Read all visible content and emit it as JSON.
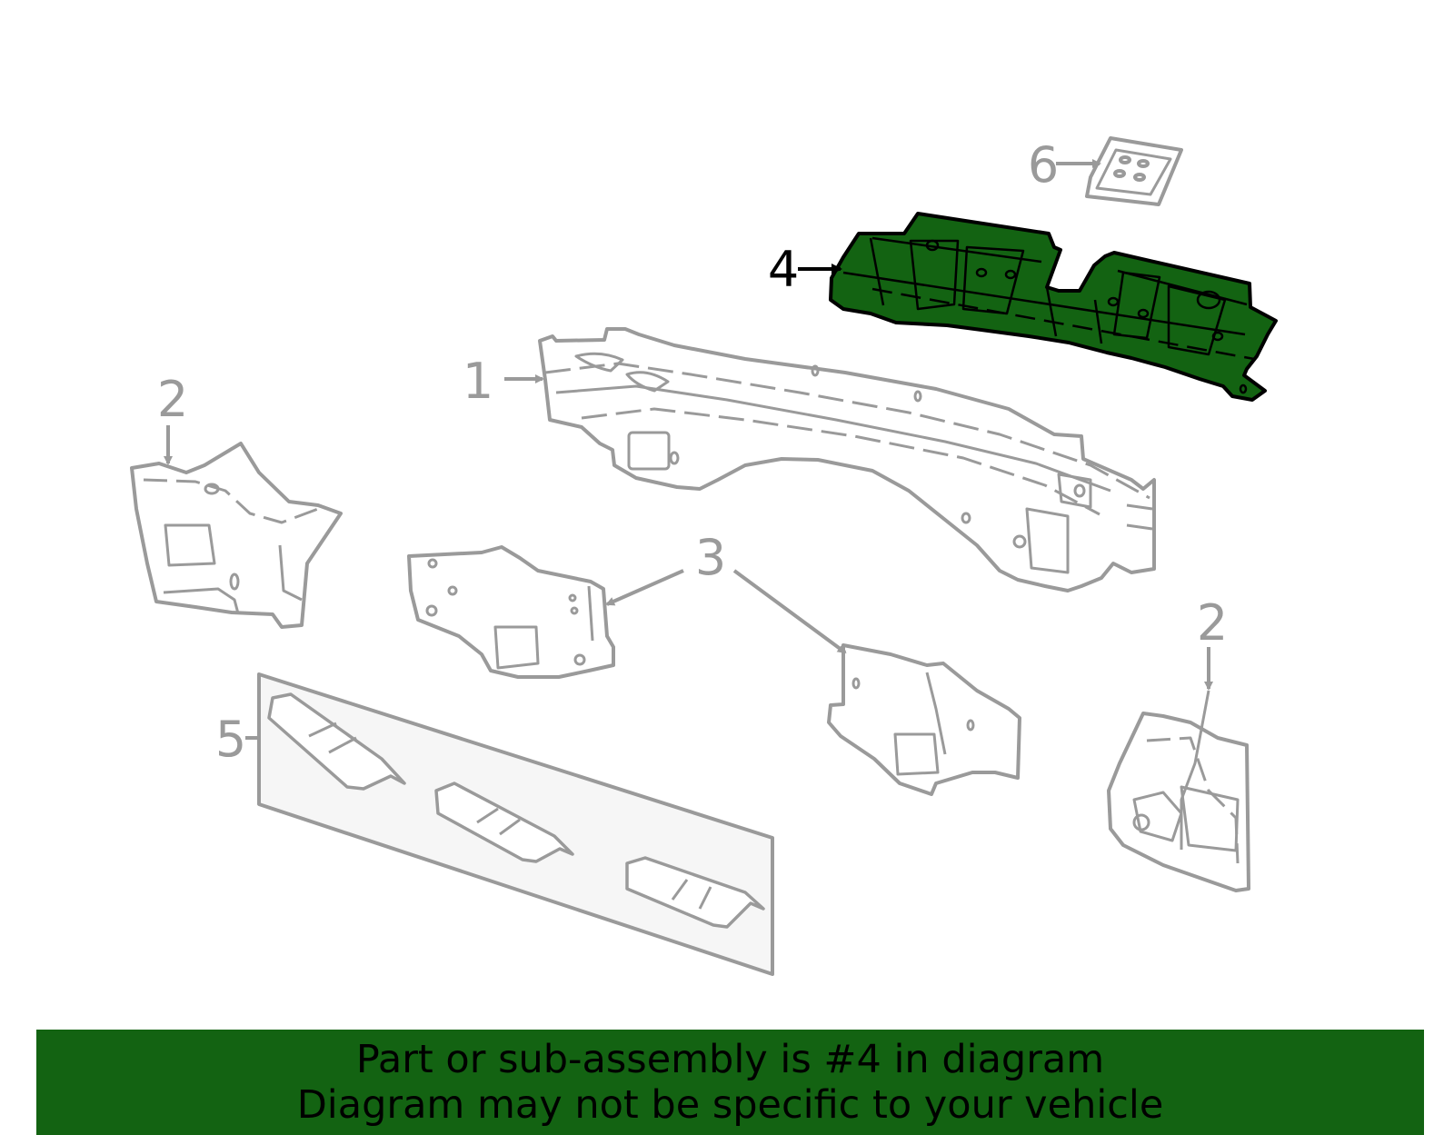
{
  "diagram": {
    "callouts": [
      "1",
      "2",
      "2",
      "3",
      "4",
      "5",
      "6"
    ],
    "highlighted_part": "4",
    "colors": {
      "highlight": "#136312",
      "outline": "#9a9a9a",
      "panel_fill": "#f6f6f6"
    }
  },
  "banner": {
    "line1": "Part or sub-assembly is #4 in diagram",
    "line2": "Diagram may not be specific to your vehicle",
    "background": "#136312"
  }
}
